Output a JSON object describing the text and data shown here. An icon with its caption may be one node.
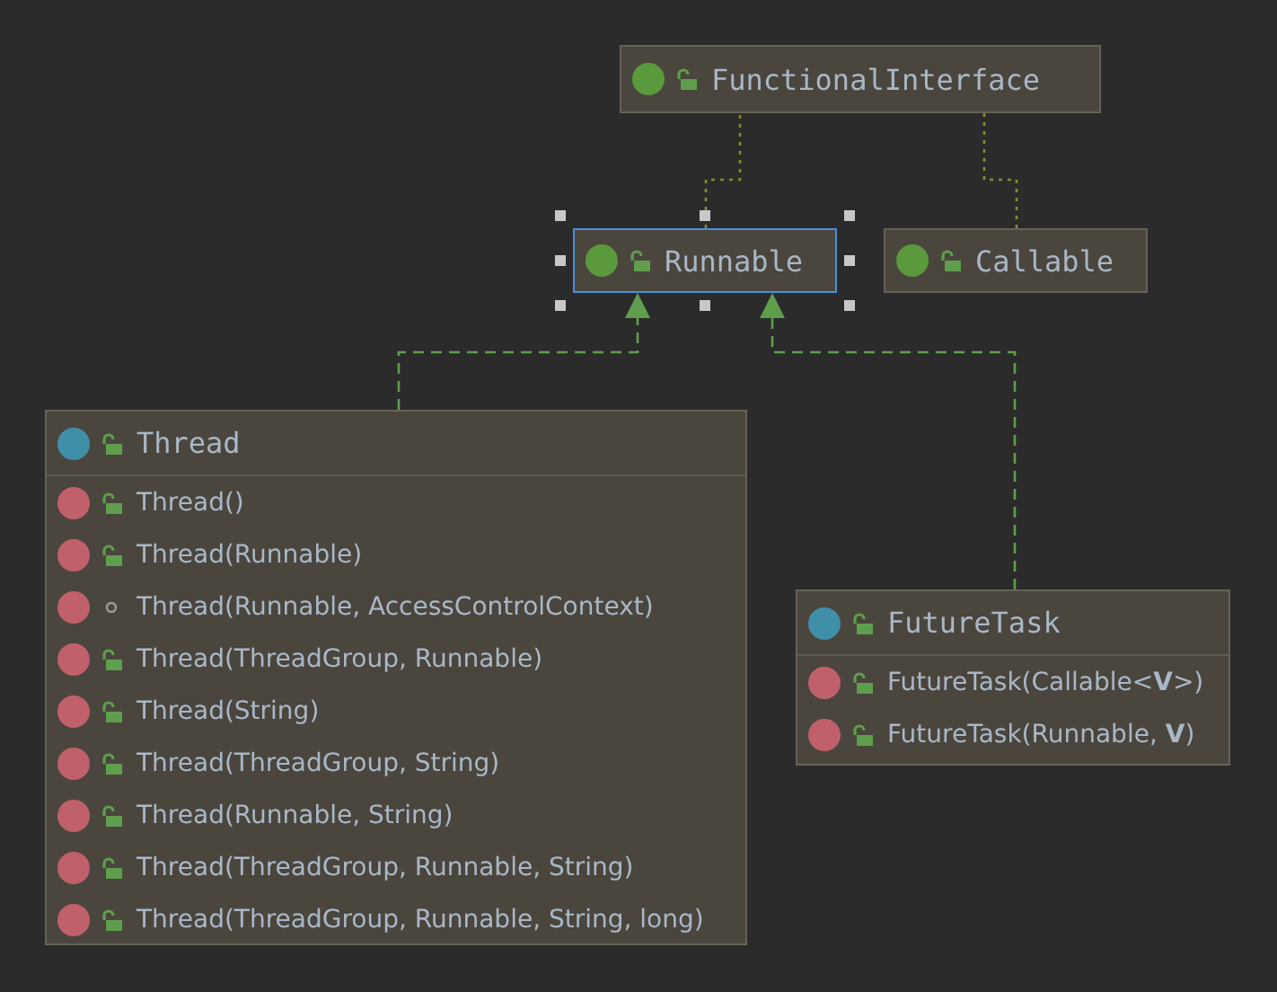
{
  "diagram": {
    "nodes": [
      {
        "text": [
          "FunctionalInterface"
        ]
      },
      {
        "text": [
          "Runnable"
        ]
      },
      {
        "text": [
          "Callable"
        ]
      },
      {
        "text": [
          "Thread",
          "Thread()",
          "Thread(Runnable)",
          "Thread(Runnable, AccessControlContext)",
          "Thread(ThreadGroup, Runnable)",
          "Thread(String)",
          "Thread(ThreadGroup, String)",
          "Thread(Runnable, String)",
          "Thread(ThreadGroup, Runnable, String)",
          "Thread(ThreadGroup, Runnable, String, long)"
        ]
      },
      {
        "text": [
          "FutureTask",
          "FutureTask(Callable<**V**>)",
          "FutureTask(Runnable, **V**)"
        ]
      }
    ],
    "edges": [
      {
        "from": 1,
        "to": 0,
        "arrow": "none",
        "style": "dashed",
        "color": "#8a8a30"
      },
      {
        "from": 2,
        "to": 0,
        "arrow": "none",
        "style": "dashed",
        "color": "#8a8a30"
      },
      {
        "from": 3,
        "to": 1,
        "arrow": "to",
        "style": "dashed"
      },
      {
        "from": 4,
        "to": 1,
        "arrow": "to",
        "style": "dashed"
      }
    ]
  }
}
